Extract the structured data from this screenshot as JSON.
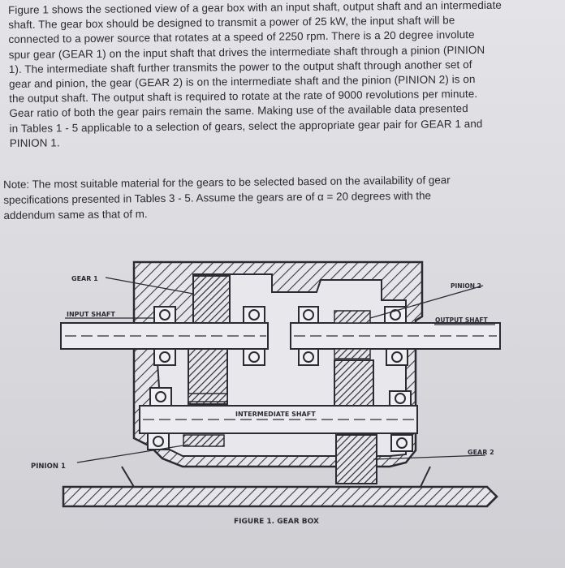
{
  "paragraph": [
    "Figure 1 shows the sectioned view of a gear box with an input shaft, output shaft and an intermediate",
    "shaft. The gear box should be designed to transmit a power of 25 kW, the input shaft will be",
    "connected to a power source that rotates at a speed of 2250 rpm. There is a 20 degree involute",
    "spur gear (GEAR 1) on the input shaft that drives the intermediate shaft through a pinion (PINION",
    "1). The intermediate shaft further transmits the power to the output shaft through another set of",
    "gear and pinion, the gear (GEAR 2) is on the intermediate shaft and the pinion (PINION 2) is on",
    "the output shaft. The output shaft is required to rotate at the rate of 9000 revolutions per minute.",
    "Gear ratio of both the gear pairs remain the same. Making use of the available data presented",
    "in Tables 1 - 5 applicable to a selection of gears, select the appropriate gear pair for GEAR 1 and",
    "PINION 1."
  ],
  "note": [
    "Note: The most suitable material for the gears to be selected based on the availability of gear",
    "specifications presented in Tables 3 - 5. Assume the gears are of α = 20 degrees with the",
    "addendum same as that of m."
  ],
  "figure": {
    "labels": {
      "gear1": "GEAR 1",
      "input_shaft": "INPUT SHAFT",
      "pinion1": "PINION 1",
      "pinion2": "PINION 2",
      "output_shaft": "OUTPUT SHAFT",
      "intermediate_shaft": "INTERMEDIATE SHAFT",
      "gear2": "GEAR 2"
    },
    "caption": "FIGURE 1. GEAR BOX"
  }
}
